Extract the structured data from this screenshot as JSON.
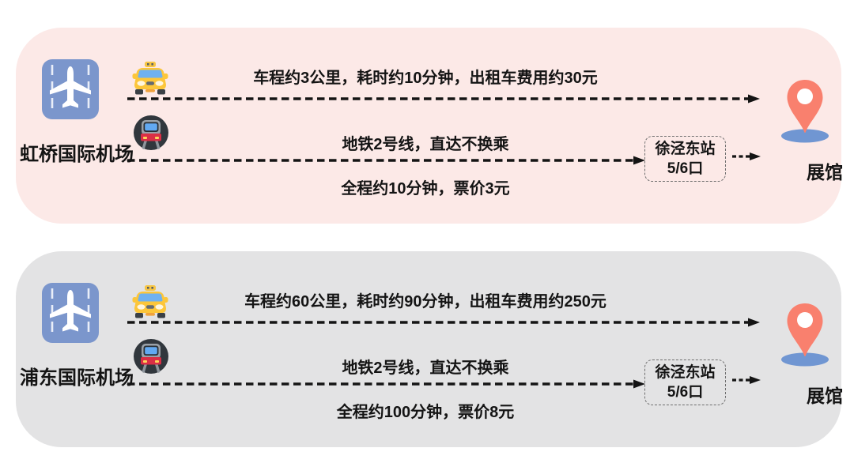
{
  "title": "机场到展馆交通路线图",
  "colors": {
    "panel1_bg": "#fce9e7",
    "panel2_bg": "#e3e3e4",
    "arrow_black": "#141414",
    "airport_icon_blue": "#7b96cc",
    "pin_coral": "#f9806e",
    "pin_shadow_blue": "#7096d2",
    "taxi_yellow": "#fcc63a",
    "taxi_windshield_blue": "#6fb1f0",
    "metro_circle_dark": "#31373d",
    "metro_body_red": "#da2f45"
  },
  "icons": {
    "airport": "airport-runway-icon",
    "taxi": "taxi-icon",
    "metro": "metro-icon",
    "destination": "location-pin-icon"
  },
  "sections": [
    {
      "airport_label": "虹桥国际机场",
      "taxi_text": "车程约3公里，耗时约10分钟，出租车费用约30元",
      "metro_text_top": "地铁2号线，直达不换乘",
      "metro_text_bottom": "全程约10分钟，票价3元",
      "station_name": "徐泾东站",
      "station_exit": "5/6口",
      "destination_label": "展馆"
    },
    {
      "airport_label": "浦东国际机场",
      "taxi_text": "车程约60公里，耗时约90分钟，出租车费用约250元",
      "metro_text_top": "地铁2号线，直达不换乘",
      "metro_text_bottom": "全程约100分钟，票价8元",
      "station_name": "徐泾东站",
      "station_exit": "5/6口",
      "destination_label": "展馆"
    }
  ]
}
